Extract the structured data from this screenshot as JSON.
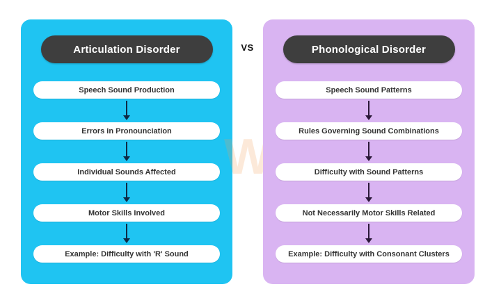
{
  "vs_label": "VS",
  "watermark": {
    "letter": "W",
    "color": "#F6A055"
  },
  "colors": {
    "left_panel_bg": "#1FC4F2",
    "right_panel_bg": "#D9B4F2",
    "header_pill_bg": "#3E3E3E",
    "header_text": "#FFFFFF",
    "step_pill_bg": "#FFFFFF",
    "step_text": "#333333",
    "left_arrow": "#0D2A45",
    "right_arrow": "#2A1838",
    "page_bg": "#FFFFFF"
  },
  "panels": [
    {
      "id": "articulation-disorder",
      "title": "Articulation Disorder",
      "steps": [
        "Speech Sound Production",
        "Errors in Pronounciation",
        "Individual Sounds Affected",
        "Motor Skills Involved",
        "Example: Difficulty with 'R' Sound"
      ]
    },
    {
      "id": "phonological-disorder",
      "title": "Phonological Disorder",
      "steps": [
        "Speech Sound Patterns",
        "Rules Governing Sound Combinations",
        "Difficulty with Sound Patterns",
        "Not Necessarily Motor Skills Related",
        "Example: Difficulty with Consonant Clusters"
      ]
    }
  ]
}
